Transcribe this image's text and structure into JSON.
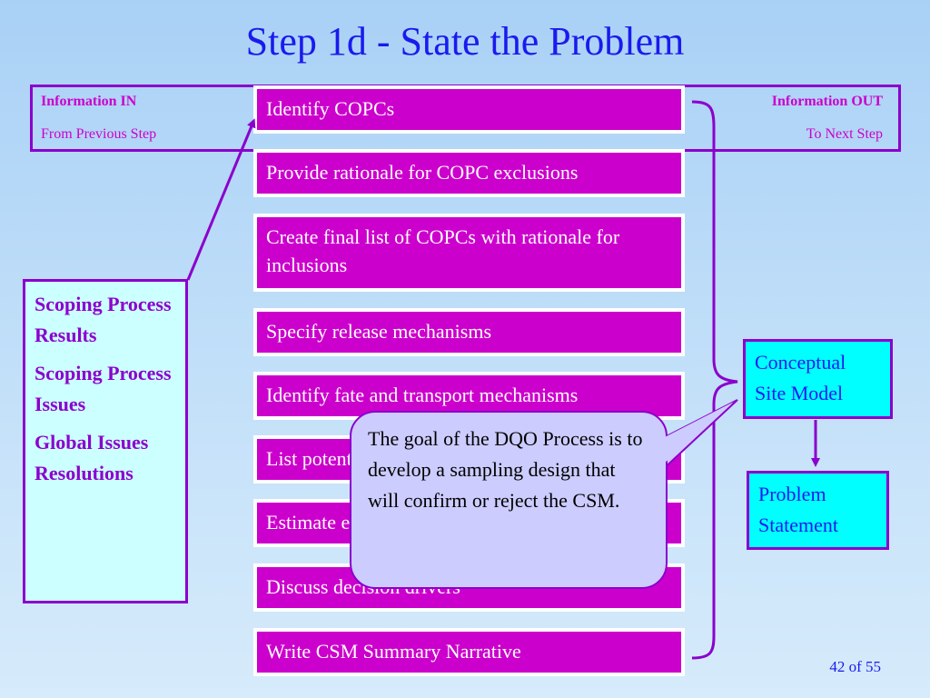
{
  "title": "Step 1d - State the Problem",
  "info_in": {
    "heading": "Information IN",
    "sub": "From Previous Step"
  },
  "info_out": {
    "heading": "Information OUT",
    "sub": "To Next Step"
  },
  "steps": [
    "Identify COPCs",
    "Provide rationale for COPC exclusions",
    "Create final list of COPCs with rationale for inclusions",
    "Specify release mechanisms",
    "Identify fate and transport mechanisms",
    "List potential receptors",
    "Estimate exposure pathways",
    "Discuss decision drivers",
    "Write CSM Summary Narrative"
  ],
  "inputs": [
    "Scoping Process Results",
    "Scoping Process Issues",
    "Global Issues Resolutions"
  ],
  "csm_box": "Conceptual Site Model",
  "problem_box": "Problem Statement",
  "callout": "The goal of the DQO Process is to develop a sampling design that will confirm or reject the CSM.",
  "page_number": "42 of 55",
  "colors": {
    "title": "#1a1aee",
    "step_fill": "#cc00cc",
    "border": "#8b00cc",
    "input_fill": "#ccffff",
    "output_fill": "#00ffff",
    "callout_fill": "#ccccff"
  }
}
